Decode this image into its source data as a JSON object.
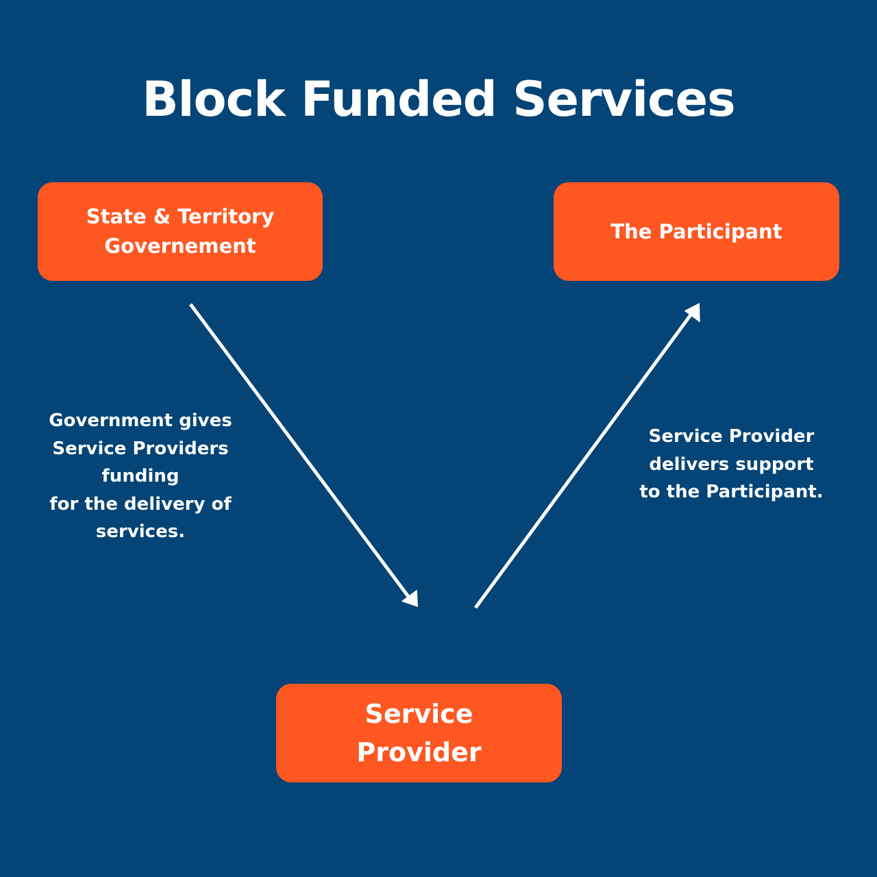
{
  "title": "Block Funded Services",
  "nodes": {
    "government": "State & Territory Governement",
    "participant": "The Participant",
    "provider": "Service Provider"
  },
  "captions": {
    "funding": "Government gives\nService Providers\nfunding\nfor the delivery of\nservices.",
    "delivery": "Service Provider\ndelivers support\nto the Participant."
  },
  "colors": {
    "background": "#044476",
    "node_fill": "#fe5722",
    "text": "#ffffff",
    "arrow": "#ffffff"
  }
}
